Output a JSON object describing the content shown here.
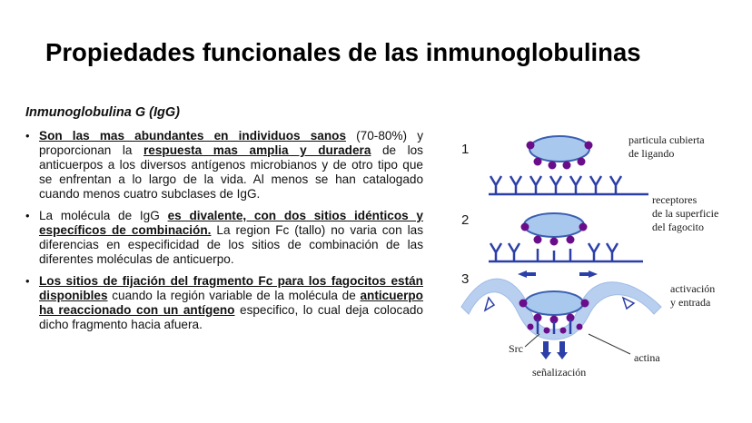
{
  "slide": {
    "title": "Propiedades funcionales de las inmunoglobulinas",
    "subtitle": "Inmunoglobulina G (IgG)"
  },
  "bullets": [
    {
      "segments": [
        {
          "t": "Son las mas abundantes en individuos sanos",
          "s": "bu"
        },
        {
          "t": " (70-80%) y proporcionan la ",
          "s": ""
        },
        {
          "t": "respuesta mas amplia y duradera",
          "s": "bu"
        },
        {
          "t": " de los anticuerpos a los diversos antígenos microbianos y de otro tipo que se enfrentan a lo largo de la vida.  Al menos se  han catalogado cuando menos cuatro subclases de IgG.",
          "s": ""
        }
      ]
    },
    {
      "segments": [
        {
          "t": "La molécula de IgG ",
          "s": ""
        },
        {
          "t": "es divalente, con dos sitios idénticos y específicos de combinación.",
          "s": "bu"
        },
        {
          "t": " La region Fc (tallo) no varia con las diferencias en especificidad de los sitios de combinación de las diferentes moléculas de anticuerpo.",
          "s": ""
        }
      ]
    },
    {
      "segments": [
        {
          "t": "Los sitios de fijación del fragmento Fc para los fagocitos están disponibles",
          "s": "bu"
        },
        {
          "t": " cuando la región variable de la molécula de ",
          "s": ""
        },
        {
          "t": "anticuerpo ha reaccionado con un antígeno",
          "s": "bu"
        },
        {
          "t": " especifico, lo cual deja colocado dicho fragmento hacia afuera.",
          "s": ""
        }
      ]
    }
  ],
  "diagram": {
    "steps": [
      "1",
      "2",
      "3"
    ],
    "labels": {
      "particle_line1": "particula cubierta",
      "particle_line2": "de ligando",
      "receptors_line1": "receptores",
      "receptors_line2": "de la superficie",
      "receptors_line3": "del fagocito",
      "activation_line1": "activación",
      "activation_line2": "y entrada",
      "src": "Src",
      "actin": "actina",
      "signaling": "señalización"
    },
    "colors": {
      "particle_fill": "#a9c8ee",
      "particle_stroke": "#3a5fb0",
      "ligand": "#6a0d8a",
      "receptor": "#2c3fa8",
      "membrane": "#b9cff0"
    }
  }
}
